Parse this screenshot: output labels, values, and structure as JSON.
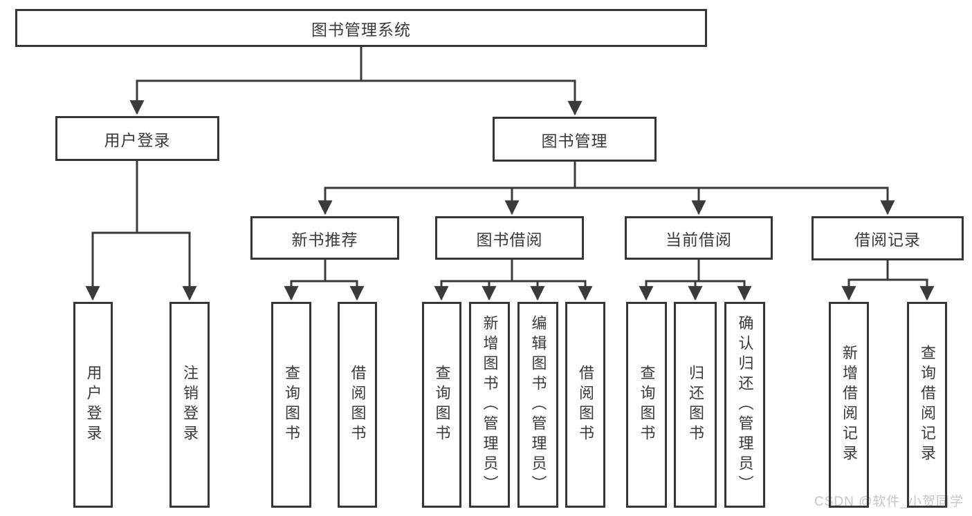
{
  "tree": {
    "root": {
      "label": "图书管理系统",
      "children": [
        {
          "label": "用户登录",
          "children": [
            {
              "label": "用户登录"
            },
            {
              "label": "注销登录"
            }
          ]
        },
        {
          "label": "图书管理",
          "children": [
            {
              "label": "新书推荐",
              "children": [
                {
                  "label": "查询图书"
                },
                {
                  "label": "借阅图书"
                }
              ]
            },
            {
              "label": "图书借阅",
              "children": [
                {
                  "label": "查询图书"
                },
                {
                  "label": "新增图书（管理员）"
                },
                {
                  "label": "编辑图书（管理员）"
                },
                {
                  "label": "借阅图书"
                }
              ]
            },
            {
              "label": "当前借阅",
              "children": [
                {
                  "label": "查询图书"
                },
                {
                  "label": "归还图书"
                },
                {
                  "label": "确认归还（管理员）"
                }
              ]
            },
            {
              "label": "借阅记录",
              "children": [
                {
                  "label": "新增借阅记录"
                },
                {
                  "label": "查询借阅记录"
                }
              ]
            }
          ]
        }
      ]
    }
  },
  "watermark": {
    "text": "CSDN @软件_小贺同学"
  },
  "colors": {
    "line": "#3a3a3a",
    "box_border": "#363636",
    "text": "#3a3a3a",
    "watermark": "#c6c6c6",
    "background": "#ffffff"
  }
}
